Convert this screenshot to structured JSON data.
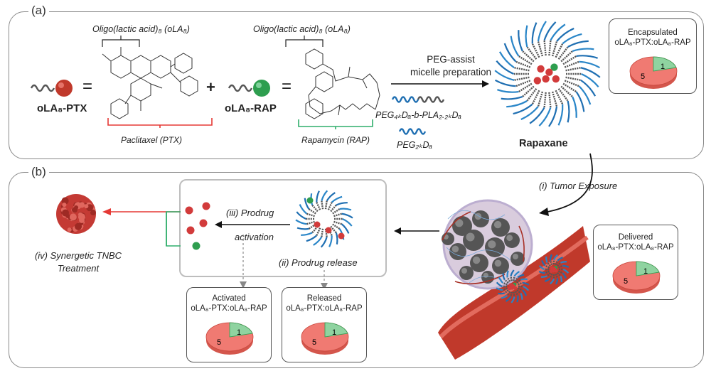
{
  "panel_a": {
    "tag": "(a)",
    "oligo_label_1": "Oligo(lactic acid)₈ (oLA₈)",
    "oligo_label_2": "Oligo(lactic acid)₈ (oLA₈)",
    "prodrug_ptx": "oLA₈-PTX",
    "prodrug_rap": "oLA₈-RAP",
    "equals": "=",
    "plus": "+",
    "ptx_name": "Paclitaxel (PTX)",
    "rap_name": "Rapamycin (RAP)",
    "method_line1": "PEG-assist",
    "method_line2": "micelle preparation",
    "polymer_block": "PEG₄ₖDₐ-b-PLA₂.₂ₖDₐ",
    "polymer_peg": "PEG₂ₖDₐ",
    "product": "Rapaxane",
    "encapsulated": {
      "title": "Encapsulated",
      "ratio": "oLA₈-PTX:oLA₈-RAP",
      "major": "5",
      "minor": "1"
    }
  },
  "panel_b": {
    "tag": "(b)",
    "step_i": "(i) Tumor Exposure",
    "step_ii": "(ii) Prodrug release",
    "step_iii_line1": "(iii) Prodrug",
    "step_iii_line2": "activation",
    "step_iv_line1": "(iv) Synergetic TNBC",
    "step_iv_line2": "Treatment",
    "delivered": {
      "title": "Delivered",
      "ratio": "oLA₈-PTX:oLA₈-RAP",
      "major": "5",
      "minor": "1"
    },
    "activated": {
      "title": "Activated",
      "ratio": "oLA₈-PTX:oLA₈-RAP",
      "major": "5",
      "minor": "1"
    },
    "released": {
      "title": "Released",
      "ratio": "oLA₈-PTX:oLA₈-RAP",
      "major": "5",
      "minor": "1"
    }
  },
  "colors": {
    "ptx_red": "#c0392b",
    "rap_green": "#2e9e4f",
    "pie_red": "#f07a72",
    "pie_green": "#8fd3a0",
    "ptx_bracket": "#e53935",
    "rap_bracket": "#2fae6b",
    "peg_blue": "#1f6fb2",
    "pla_gray": "#555555"
  }
}
